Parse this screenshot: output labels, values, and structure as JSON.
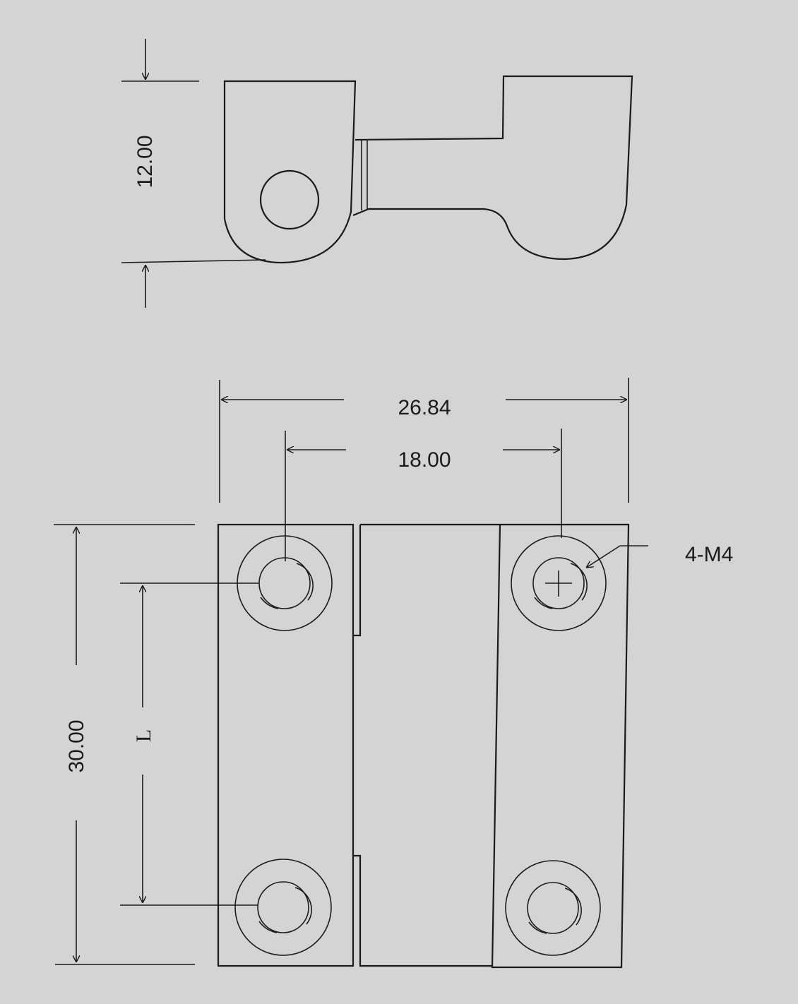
{
  "drawing": {
    "dimensions": {
      "side_height": "12.00",
      "overall_width": "26.84",
      "hole_spacing": "18.00",
      "length": "30.00",
      "hole_pitch": "L"
    },
    "callout": {
      "screw_spec": "4-M4"
    }
  }
}
